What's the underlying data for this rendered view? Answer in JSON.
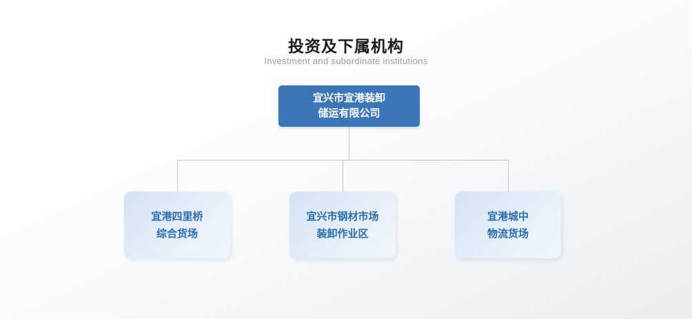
{
  "header": {
    "title": "投资及下属机构",
    "subtitle": "Investment and subordinate institutions"
  },
  "org_chart": {
    "root": {
      "line1": "宜兴市宜港装卸",
      "line2": "储运有限公司"
    },
    "children": [
      {
        "line1": "宜港四里桥",
        "line2": "综合货场"
      },
      {
        "line1": "宜兴市钢材市场",
        "line2": "装卸作业区"
      },
      {
        "line1": "宜港城中",
        "line2": "物流货场"
      }
    ]
  },
  "colors": {
    "root_node_background": "#3b76b8",
    "root_node_text": "#ffffff",
    "child_node_background": "#dce8f5",
    "child_node_text": "#2a6cb0",
    "connector_line": "#c6c9cc"
  }
}
